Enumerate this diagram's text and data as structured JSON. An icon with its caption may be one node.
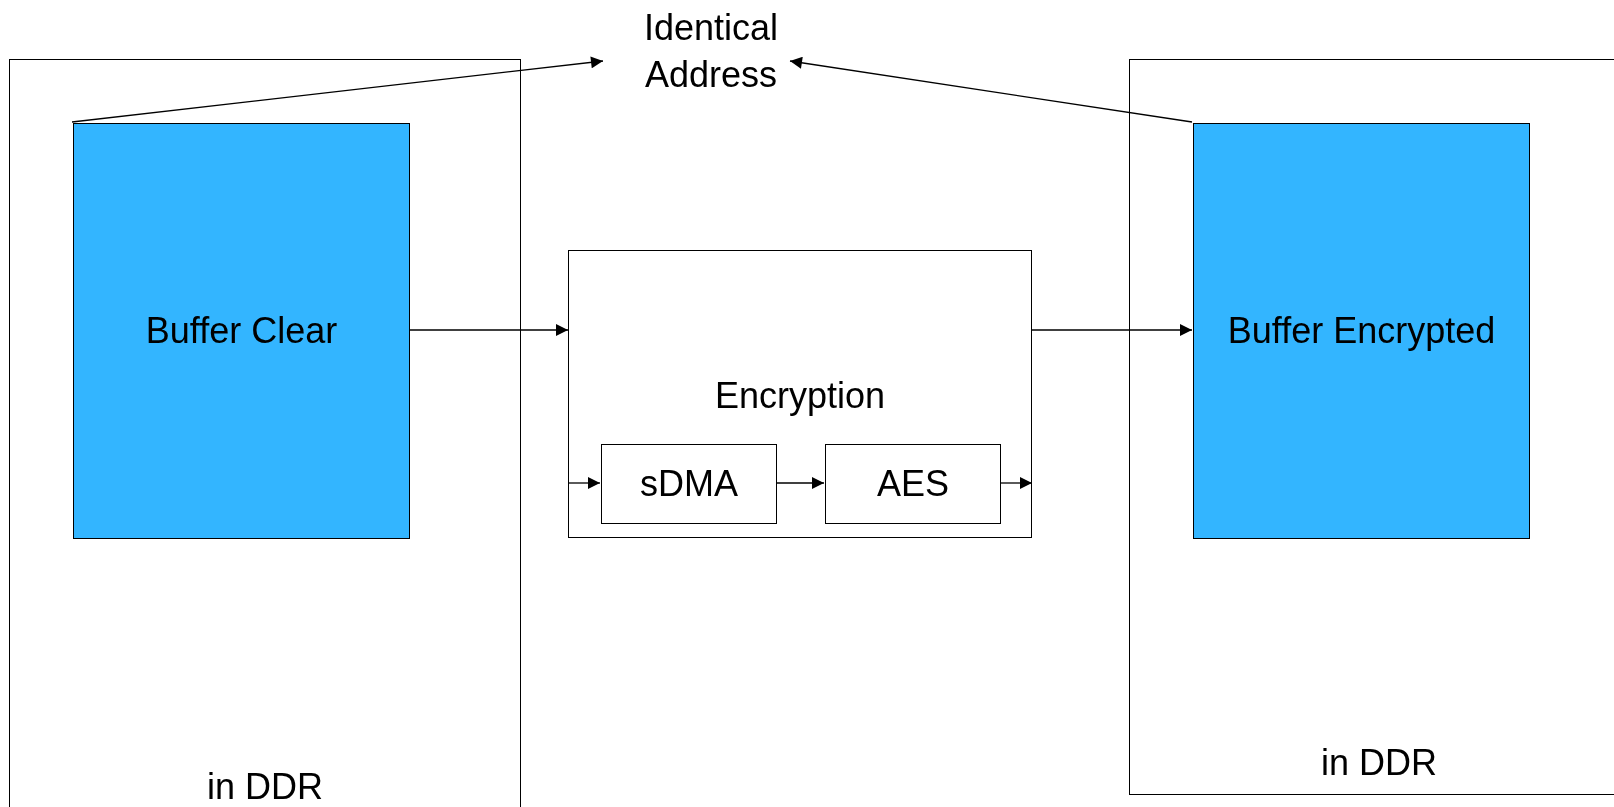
{
  "diagram": {
    "nodes": [
      {
        "text": [
          "in DDR"
        ]
      },
      {
        "text": [
          "Buffer Clear"
        ],
        "in": 0
      },
      {
        "text": [
          "Identical Address"
        ]
      },
      {
        "text": [
          "Encryption"
        ]
      },
      {
        "text": [
          "sDMA"
        ],
        "in": 3
      },
      {
        "text": [
          "AES"
        ],
        "in": 3
      },
      {
        "text": [
          "in DDR"
        ]
      },
      {
        "text": [
          "Buffer Encrypted"
        ],
        "in": 6
      }
    ],
    "edges": [
      {
        "from": 1,
        "to": 2,
        "arrow": "to"
      },
      {
        "from": 7,
        "to": 2,
        "arrow": "to"
      },
      {
        "from": 1,
        "to": 3,
        "arrow": "to"
      },
      {
        "from": 3,
        "to": 7,
        "arrow": "to"
      },
      {
        "from": 3,
        "to": 4,
        "arrow": "to"
      },
      {
        "from": 4,
        "to": 5,
        "arrow": "to"
      },
      {
        "from": 5,
        "to": 3,
        "arrow": "to"
      }
    ]
  }
}
